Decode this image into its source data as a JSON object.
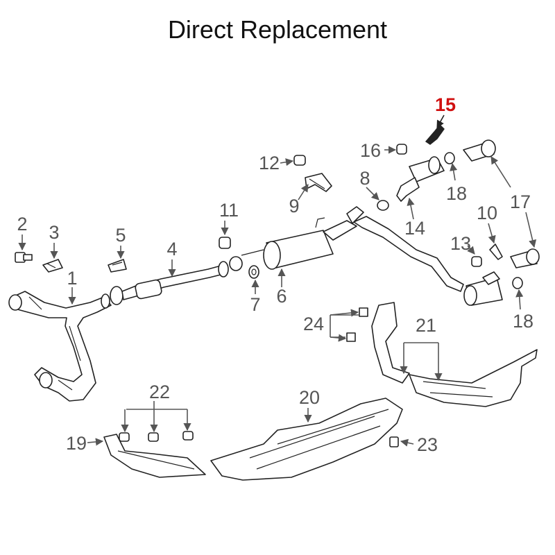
{
  "title": "Direct Replacement",
  "highlight_color": "#d01010",
  "callouts": {
    "c1": "1",
    "c2": "2",
    "c3": "3",
    "c4": "4",
    "c5": "5",
    "c6": "6",
    "c7": "7",
    "c8": "8",
    "c9": "9",
    "c10": "10",
    "c11": "11",
    "c12": "12",
    "c13": "13",
    "c14": "14",
    "c15": "15",
    "c16": "16",
    "c17": "17",
    "c18a": "18",
    "c18b": "18",
    "c19": "19",
    "c20": "20",
    "c21": "21",
    "c22": "22",
    "c23": "23",
    "c24": "24"
  }
}
